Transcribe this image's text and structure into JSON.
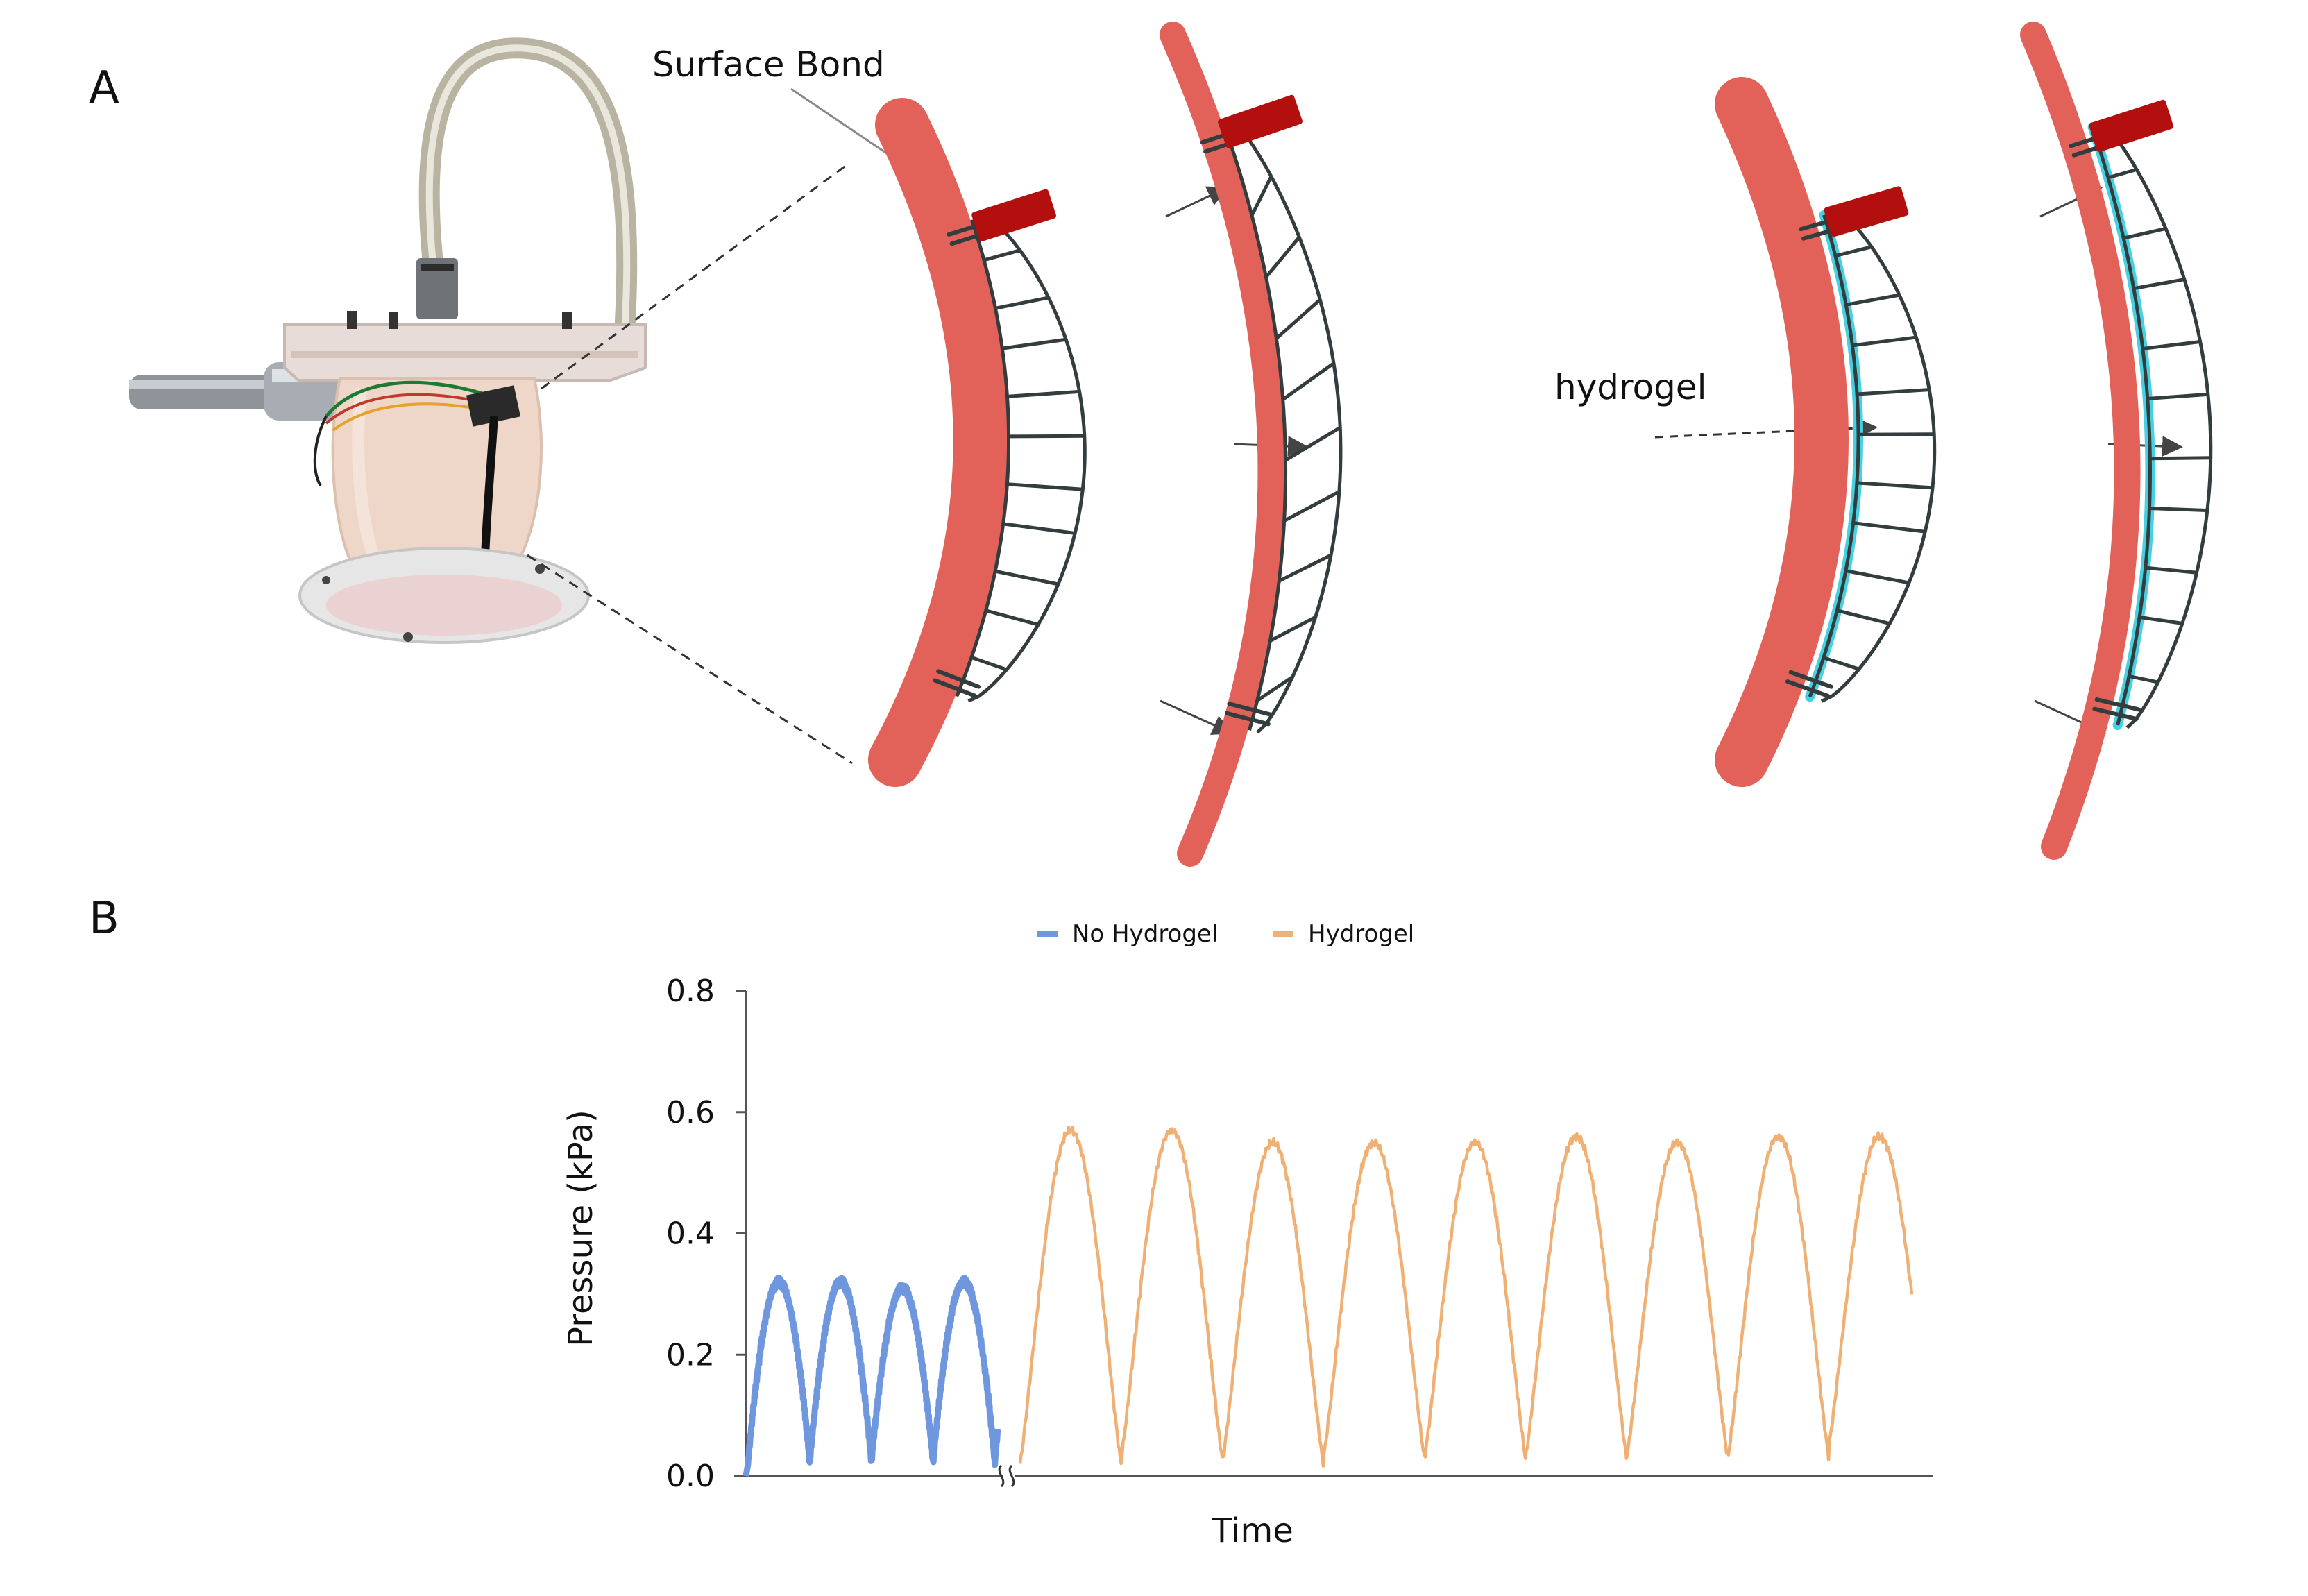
{
  "panel_a": {
    "label": "A",
    "callouts": {
      "surface_bond": "Surface Bond",
      "hydrogel": "hydrogel"
    }
  },
  "panel_b": {
    "label": "B"
  },
  "colors": {
    "muscle": "#e2625a",
    "device": "#333d3d",
    "clip": "#b30f0f",
    "hydrogel": "#45d1e1",
    "no_hydrogel_line": "#6f97de",
    "hydrogel_line": "#f0b074"
  },
  "chart_data": {
    "type": "line",
    "xlabel": "Time",
    "ylabel": "Pressure (kPa)",
    "ylim": [
      0,
      0.8
    ],
    "yticks": [
      "0.0",
      "0.2",
      "0.4",
      "0.6",
      "0.8"
    ],
    "axis_break": true,
    "legend": {
      "placement": "top-center"
    },
    "series": [
      {
        "name": "No Hydrogel",
        "color": "#6f97de",
        "cycles": 4,
        "min": 0.02,
        "peaks": [
          0.32,
          0.32,
          0.31,
          0.32
        ]
      },
      {
        "name": "Hydrogel",
        "color": "#f0b074",
        "cycles": 8,
        "troughs": [
          0.02,
          0.03,
          0.02,
          0.03,
          0.03,
          0.03,
          0.03,
          0.03,
          0.05
        ],
        "peaks": [
          0.57,
          0.57,
          0.55,
          0.55,
          0.55,
          0.56,
          0.55,
          0.56,
          0.56
        ]
      }
    ]
  }
}
